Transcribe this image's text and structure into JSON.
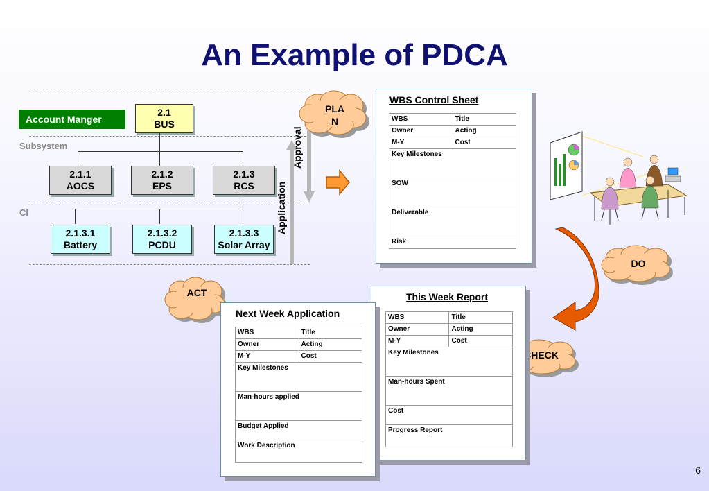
{
  "title": "An Example of PDCA",
  "page_number": "6",
  "hierarchy": {
    "account_manager": "Account Manger",
    "subsystem_label": "Subsystem",
    "ci_label": "CI",
    "root": {
      "code": "2.1",
      "name": "BUS"
    },
    "subsystems": [
      {
        "code": "2.1.1",
        "name": "AOCS"
      },
      {
        "code": "2.1.2",
        "name": "EPS"
      },
      {
        "code": "2.1.3",
        "name": "RCS"
      }
    ],
    "items": [
      {
        "code": "2.1.3.1",
        "name": "Battery"
      },
      {
        "code": "2.1.3.2",
        "name": "PCDU"
      },
      {
        "code": "2.1.3.3",
        "name": "Solar Array"
      }
    ],
    "approval_label": "Approval",
    "application_label": "Application"
  },
  "clouds": {
    "plan_line1": "PLA",
    "plan_line2": "N",
    "do": "DO",
    "check": "CHECK",
    "act": "ACT"
  },
  "wbs_sheet": {
    "title": "WBS Control Sheet",
    "row1": [
      "WBS",
      "Title"
    ],
    "row2": [
      "Owner",
      "Acting"
    ],
    "row3": [
      "M-Y",
      "Cost"
    ],
    "sections": [
      "Key Milestones",
      "SOW",
      "Deliverable",
      "Risk"
    ]
  },
  "this_week": {
    "title": "This Week Report",
    "row1": [
      "WBS",
      "Title"
    ],
    "row2": [
      "Owner",
      "Acting"
    ],
    "row3": [
      "M-Y",
      "Cost"
    ],
    "sections": [
      "Key Milestones",
      "Man-hours Spent",
      "Cost",
      "Progress Report"
    ]
  },
  "next_week": {
    "title": "Next Week Application",
    "row1": [
      "WBS",
      "Title"
    ],
    "row2": [
      "Owner",
      "Acting"
    ],
    "row3": [
      "M-Y",
      "Cost"
    ],
    "sections": [
      "Key Milestones",
      "Man-hours applied",
      "Budget Applied",
      "Work Description"
    ]
  }
}
